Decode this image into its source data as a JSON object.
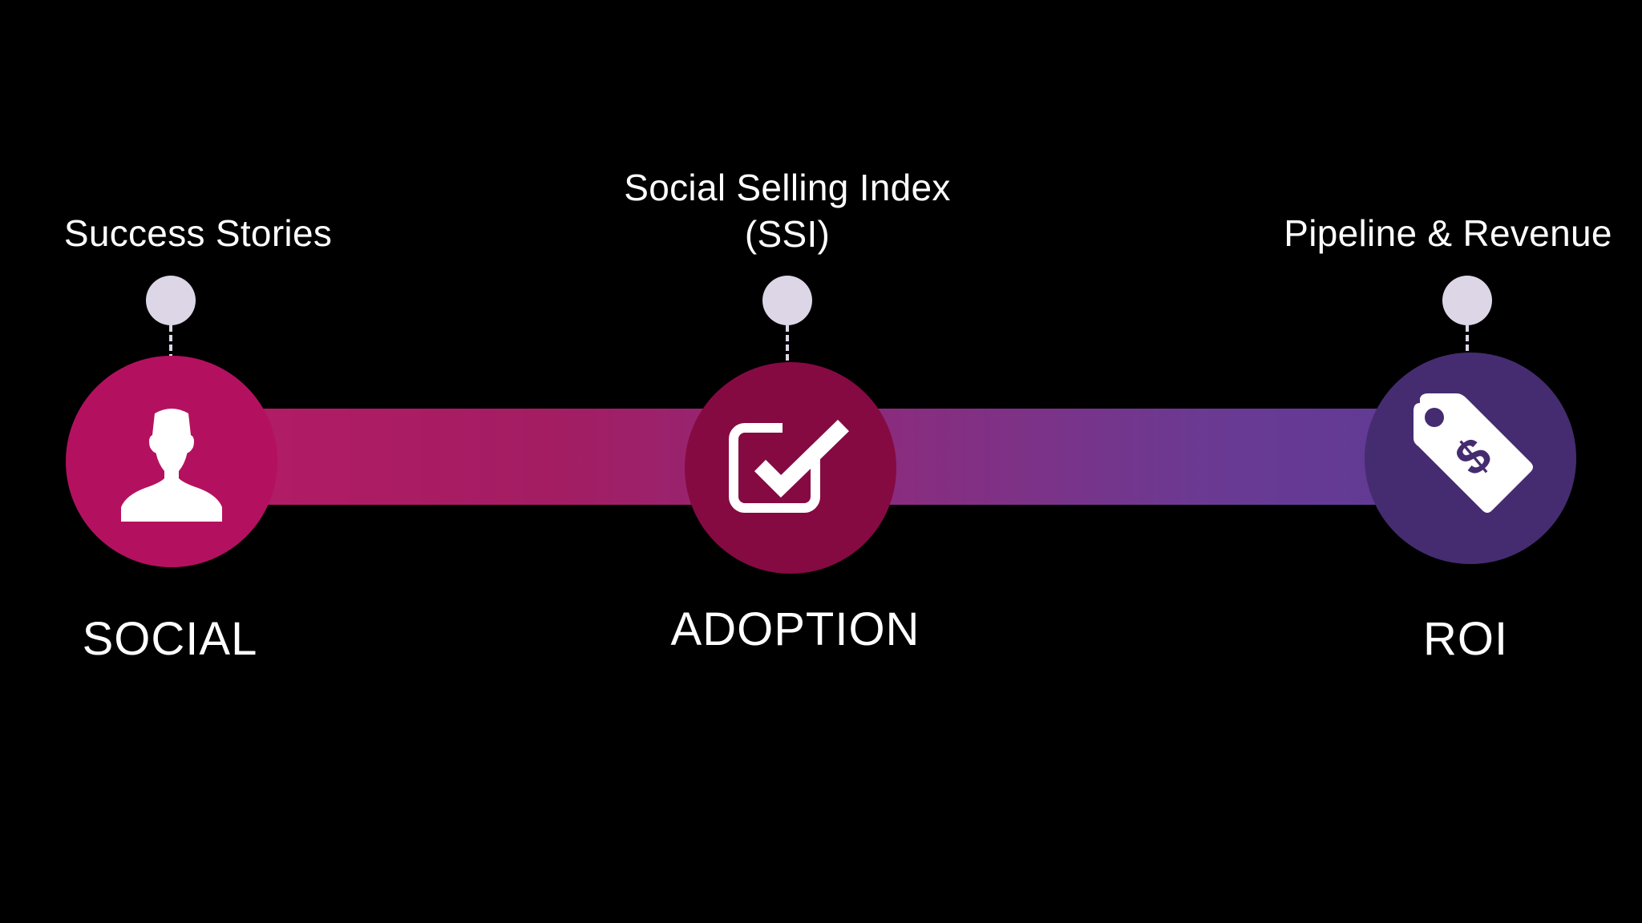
{
  "stages": [
    {
      "top_label_lines": [
        "Success Stories"
      ],
      "title": "SOCIAL",
      "icon": "person-icon",
      "color": "#b3115f"
    },
    {
      "top_label_lines": [
        "Social Selling Index",
        "(SSI)"
      ],
      "title": "ADOPTION",
      "icon": "checkbox-check-icon",
      "color": "#850a42"
    },
    {
      "top_label_lines": [
        "Pipeline & Revenue"
      ],
      "title": "ROI",
      "icon": "price-tag-dollar-icon",
      "color": "#452c70"
    }
  ],
  "colors": {
    "background": "#000000",
    "dot": "#dcd6e6",
    "band_start": "#b51b66",
    "band_end": "#5c3b95"
  }
}
